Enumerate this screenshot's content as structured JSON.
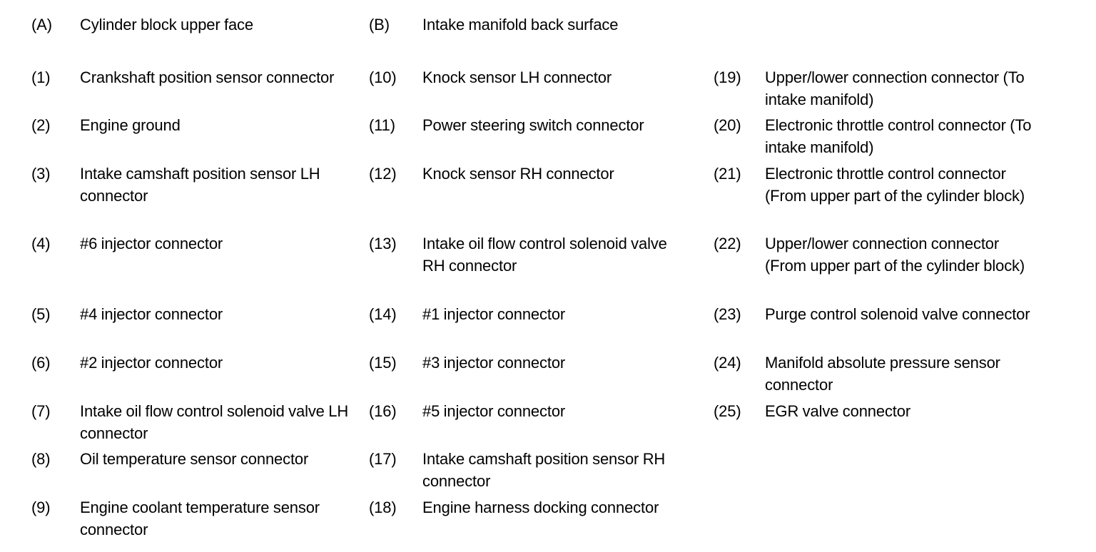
{
  "document": {
    "kind": "component-callout-legend",
    "background_color": "#ffffff",
    "text_color": "#000000"
  },
  "columns": [
    {
      "name": "column-1",
      "heading": {
        "ref": "(A)",
        "text": "Cylinder block upper face"
      },
      "entries": [
        {
          "ref": "(1)",
          "text": "Crankshaft position sensor connector",
          "slot": 1
        },
        {
          "ref": "(2)",
          "text": "Engine ground",
          "slot": 2
        },
        {
          "ref": "(3)",
          "text": "Intake camshaft position sensor LH connector",
          "slot": 3
        },
        {
          "ref": "(4)",
          "text": "#6 injector connector",
          "slot": 4
        },
        {
          "ref": "(5)",
          "text": "#4 injector connector",
          "slot": 5
        },
        {
          "ref": "(6)",
          "text": "#2 injector connector",
          "slot": 6
        },
        {
          "ref": "(7)",
          "text": "Intake oil flow control solenoid valve LH connector",
          "slot": 7
        },
        {
          "ref": "(8)",
          "text": "Oil temperature sensor connector",
          "slot": 8
        },
        {
          "ref": "(9)",
          "text": "Engine coolant temperature sensor connector",
          "slot": 9
        }
      ]
    },
    {
      "name": "column-2",
      "heading": {
        "ref": "(B)",
        "text": "Intake manifold back surface"
      },
      "entries": [
        {
          "ref": "(10)",
          "text": "Knock sensor LH connector",
          "slot": 1
        },
        {
          "ref": "(11)",
          "text": "Power steering switch connector",
          "slot": 2
        },
        {
          "ref": "(12)",
          "text": "Knock sensor RH connector",
          "slot": 3
        },
        {
          "ref": "(13)",
          "text": "Intake oil flow control solenoid valve RH connector",
          "slot": 4
        },
        {
          "ref": "(14)",
          "text": "#1 injector connector",
          "slot": 5
        },
        {
          "ref": "(15)",
          "text": "#3 injector connector",
          "slot": 6
        },
        {
          "ref": "(16)",
          "text": "#5 injector connector",
          "slot": 7
        },
        {
          "ref": "(17)",
          "text": "Intake camshaft position sensor RH connector",
          "slot": 8
        },
        {
          "ref": "(18)",
          "text": "Engine harness docking connector",
          "slot": 9
        }
      ]
    },
    {
      "name": "column-3",
      "heading": null,
      "entries": [
        {
          "ref": "(19)",
          "text": "Upper/lower connection connector (To intake manifold)",
          "slot": 1
        },
        {
          "ref": "(20)",
          "text": "Electronic throttle control connector (To intake manifold)",
          "slot": 2
        },
        {
          "ref": "(21)",
          "text": "Electronic throttle control connector (From upper part of the cylinder block)",
          "slot": 3
        },
        {
          "ref": "(22)",
          "text": "Upper/lower connection connector (From upper part of the cylinder block)",
          "slot": 4
        },
        {
          "ref": "(23)",
          "text": "Purge control solenoid valve connector",
          "slot": 5
        },
        {
          "ref": "(24)",
          "text": "Manifold absolute pressure sensor connector",
          "slot": 6
        },
        {
          "ref": "(25)",
          "text": "EGR valve connector",
          "slot": 7
        }
      ]
    }
  ]
}
